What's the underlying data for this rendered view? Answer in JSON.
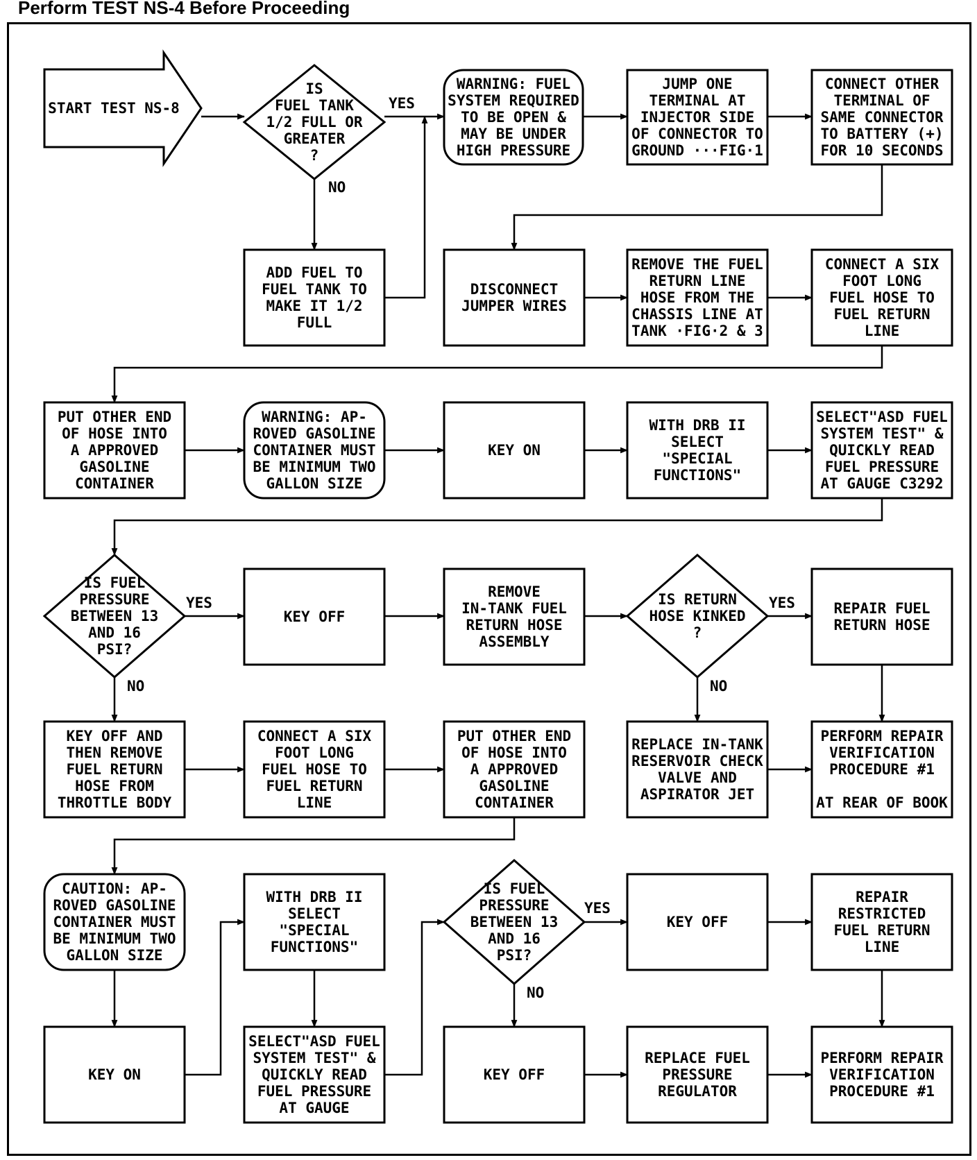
{
  "header": {
    "title": "Perform TEST NS-4 Before Proceeding"
  },
  "nodes": [
    {
      "id": "start",
      "shape": "arrow",
      "lines": [
        "START TEST NS-8"
      ]
    },
    {
      "id": "q_tank",
      "shape": "diamond",
      "lines": [
        "IS",
        "FUEL TANK",
        "1/2 FULL OR",
        "GREATER",
        "?"
      ]
    },
    {
      "id": "warn1",
      "shape": "rounded",
      "lines": [
        "WARNING: FUEL",
        "SYSTEM REQUIRED",
        "TO BE OPEN &",
        "MAY BE UNDER",
        "HIGH PRESSURE"
      ]
    },
    {
      "id": "jump",
      "shape": "rect",
      "lines": [
        "JUMP ONE",
        "TERMINAL AT",
        "INJECTOR SIDE",
        "OF CONNECTOR TO",
        "GROUND ···FIG·1"
      ]
    },
    {
      "id": "connect_other",
      "shape": "rect",
      "lines": [
        "CONNECT OTHER",
        "TERMINAL OF",
        "SAME CONNECTOR",
        "TO BATTERY (+)",
        "FOR 10 SECONDS"
      ]
    },
    {
      "id": "add_fuel",
      "shape": "rect",
      "lines": [
        "ADD FUEL TO",
        "FUEL TANK TO",
        "MAKE IT 1/2",
        "FULL"
      ]
    },
    {
      "id": "disconnect",
      "shape": "rect",
      "lines": [
        "DISCONNECT",
        "JUMPER WIRES"
      ]
    },
    {
      "id": "remove_return",
      "shape": "rect",
      "lines": [
        "REMOVE THE FUEL",
        "RETURN LINE",
        "HOSE FROM THE",
        "CHASSIS LINE AT",
        "TANK ·FIG·2 & 3"
      ]
    },
    {
      "id": "connect_six1",
      "shape": "rect",
      "lines": [
        "CONNECT A SIX",
        "FOOT LONG",
        "FUEL HOSE TO",
        "FUEL RETURN",
        "LINE"
      ]
    },
    {
      "id": "put_end1",
      "shape": "rect",
      "lines": [
        "PUT OTHER END",
        "OF HOSE INTO",
        "A APPROVED",
        "GASOLINE",
        "CONTAINER"
      ]
    },
    {
      "id": "warn2",
      "shape": "rounded",
      "lines": [
        "WARNING: AP-",
        "ROVED GASOLINE",
        "CONTAINER MUST",
        "BE MINIMUM TWO",
        "GALLON SIZE"
      ]
    },
    {
      "id": "key_on1",
      "shape": "rect",
      "lines": [
        "KEY ON"
      ]
    },
    {
      "id": "drb1",
      "shape": "rect",
      "lines": [
        "WITH DRB II",
        "SELECT",
        "\"SPECIAL",
        "FUNCTIONS\""
      ]
    },
    {
      "id": "select_asd1",
      "shape": "rect",
      "lines": [
        "SELECT\"ASD FUEL",
        "SYSTEM TEST\" &",
        "QUICKLY READ",
        "FUEL PRESSURE",
        "AT GAUGE C3292"
      ]
    },
    {
      "id": "q_press1",
      "shape": "diamond",
      "lines": [
        "IS FUEL",
        "PRESSURE",
        "BETWEEN 13",
        "AND 16",
        "PSI?"
      ]
    },
    {
      "id": "key_off1",
      "shape": "rect",
      "lines": [
        "KEY OFF"
      ]
    },
    {
      "id": "remove_intank",
      "shape": "rect",
      "lines": [
        "REMOVE",
        "IN-TANK FUEL",
        "RETURN HOSE",
        "ASSEMBLY"
      ]
    },
    {
      "id": "q_kinked",
      "shape": "diamond",
      "lines": [
        "IS RETURN",
        "HOSE KINKED",
        "?"
      ]
    },
    {
      "id": "repair_hose",
      "shape": "rect",
      "lines": [
        "REPAIR FUEL",
        "RETURN HOSE"
      ]
    },
    {
      "id": "key_off_remove",
      "shape": "rect",
      "lines": [
        "KEY OFF AND",
        "THEN REMOVE",
        "FUEL RETURN",
        "HOSE FROM",
        "THROTTLE BODY"
      ]
    },
    {
      "id": "connect_six2",
      "shape": "rect",
      "lines": [
        "CONNECT A SIX",
        "FOOT LONG",
        "FUEL HOSE TO",
        "FUEL RETURN",
        "LINE"
      ]
    },
    {
      "id": "put_end2",
      "shape": "rect",
      "lines": [
        "PUT OTHER END",
        "OF HOSE INTO",
        "A APPROVED",
        "GASOLINE",
        "CONTAINER"
      ]
    },
    {
      "id": "replace_check",
      "shape": "rect",
      "lines": [
        "REPLACE IN-TANK",
        "RESERVOIR CHECK",
        "VALVE AND",
        "ASPIRATOR JET"
      ]
    },
    {
      "id": "verify1",
      "shape": "rect",
      "lines": [
        "PERFORM REPAIR",
        "VERIFICATION",
        "PROCEDURE #1",
        "",
        "AT REAR OF BOOK"
      ]
    },
    {
      "id": "caution",
      "shape": "rounded",
      "lines": [
        "CAUTION: AP-",
        "ROVED GASOLINE",
        "CONTAINER MUST",
        "BE MINIMUM TWO",
        "GALLON SIZE"
      ]
    },
    {
      "id": "drb2",
      "shape": "rect",
      "lines": [
        "WITH DRB II",
        "SELECT",
        "\"SPECIAL",
        "FUNCTIONS\""
      ]
    },
    {
      "id": "q_press2",
      "shape": "diamond",
      "lines": [
        "IS FUEL",
        "PRESSURE",
        "BETWEEN 13",
        "AND 16",
        "PSI?"
      ]
    },
    {
      "id": "key_off2",
      "shape": "rect",
      "lines": [
        "KEY OFF"
      ]
    },
    {
      "id": "repair_restricted",
      "shape": "rect",
      "lines": [
        "REPAIR",
        "RESTRICTED",
        "FUEL RETURN",
        "LINE"
      ]
    },
    {
      "id": "key_on2",
      "shape": "rect",
      "lines": [
        "KEY ON"
      ]
    },
    {
      "id": "select_asd2",
      "shape": "rect",
      "lines": [
        "SELECT\"ASD FUEL",
        "SYSTEM TEST\" &",
        "QUICKLY READ",
        "FUEL PRESSURE",
        "AT GAUGE"
      ]
    },
    {
      "id": "key_off3",
      "shape": "rect",
      "lines": [
        "KEY OFF"
      ]
    },
    {
      "id": "replace_reg",
      "shape": "rect",
      "lines": [
        "REPLACE FUEL",
        "PRESSURE",
        "REGULATOR"
      ]
    },
    {
      "id": "verify2",
      "shape": "rect",
      "lines": [
        "PERFORM REPAIR",
        "VERIFICATION",
        "PROCEDURE #1"
      ]
    }
  ],
  "edges": [
    {
      "from": "start",
      "to": "q_tank",
      "label": ""
    },
    {
      "from": "q_tank",
      "to": "warn1",
      "label": "YES"
    },
    {
      "from": "q_tank",
      "to": "add_fuel",
      "label": "NO"
    },
    {
      "from": "add_fuel",
      "to": "warn1",
      "label": ""
    },
    {
      "from": "warn1",
      "to": "jump",
      "label": ""
    },
    {
      "from": "jump",
      "to": "connect_other",
      "label": ""
    },
    {
      "from": "connect_other",
      "to": "disconnect",
      "label": ""
    },
    {
      "from": "disconnect",
      "to": "remove_return",
      "label": ""
    },
    {
      "from": "remove_return",
      "to": "connect_six1",
      "label": ""
    },
    {
      "from": "connect_six1",
      "to": "put_end1",
      "label": ""
    },
    {
      "from": "put_end1",
      "to": "warn2",
      "label": ""
    },
    {
      "from": "warn2",
      "to": "key_on1",
      "label": ""
    },
    {
      "from": "key_on1",
      "to": "drb1",
      "label": ""
    },
    {
      "from": "drb1",
      "to": "select_asd1",
      "label": ""
    },
    {
      "from": "select_asd1",
      "to": "q_press1",
      "label": ""
    },
    {
      "from": "q_press1",
      "to": "key_off1",
      "label": "YES"
    },
    {
      "from": "q_press1",
      "to": "key_off_remove",
      "label": "NO"
    },
    {
      "from": "key_off1",
      "to": "remove_intank",
      "label": ""
    },
    {
      "from": "remove_intank",
      "to": "q_kinked",
      "label": ""
    },
    {
      "from": "q_kinked",
      "to": "repair_hose",
      "label": "YES"
    },
    {
      "from": "q_kinked",
      "to": "replace_check",
      "label": "NO"
    },
    {
      "from": "repair_hose",
      "to": "verify1",
      "label": ""
    },
    {
      "from": "replace_check",
      "to": "verify1",
      "label": ""
    },
    {
      "from": "key_off_remove",
      "to": "connect_six2",
      "label": ""
    },
    {
      "from": "connect_six2",
      "to": "put_end2",
      "label": ""
    },
    {
      "from": "put_end2",
      "to": "caution",
      "label": ""
    },
    {
      "from": "caution",
      "to": "key_on2",
      "label": ""
    },
    {
      "from": "key_on2",
      "to": "drb2",
      "label": ""
    },
    {
      "from": "drb2",
      "to": "select_asd2",
      "label": ""
    },
    {
      "from": "select_asd2",
      "to": "q_press2",
      "label": ""
    },
    {
      "from": "q_press2",
      "to": "key_off2",
      "label": "YES"
    },
    {
      "from": "q_press2",
      "to": "key_off3",
      "label": "NO"
    },
    {
      "from": "key_off2",
      "to": "repair_restricted",
      "label": ""
    },
    {
      "from": "repair_restricted",
      "to": "verify2",
      "label": ""
    },
    {
      "from": "key_off3",
      "to": "replace_reg",
      "label": ""
    },
    {
      "from": "replace_reg",
      "to": "verify2",
      "label": ""
    }
  ]
}
